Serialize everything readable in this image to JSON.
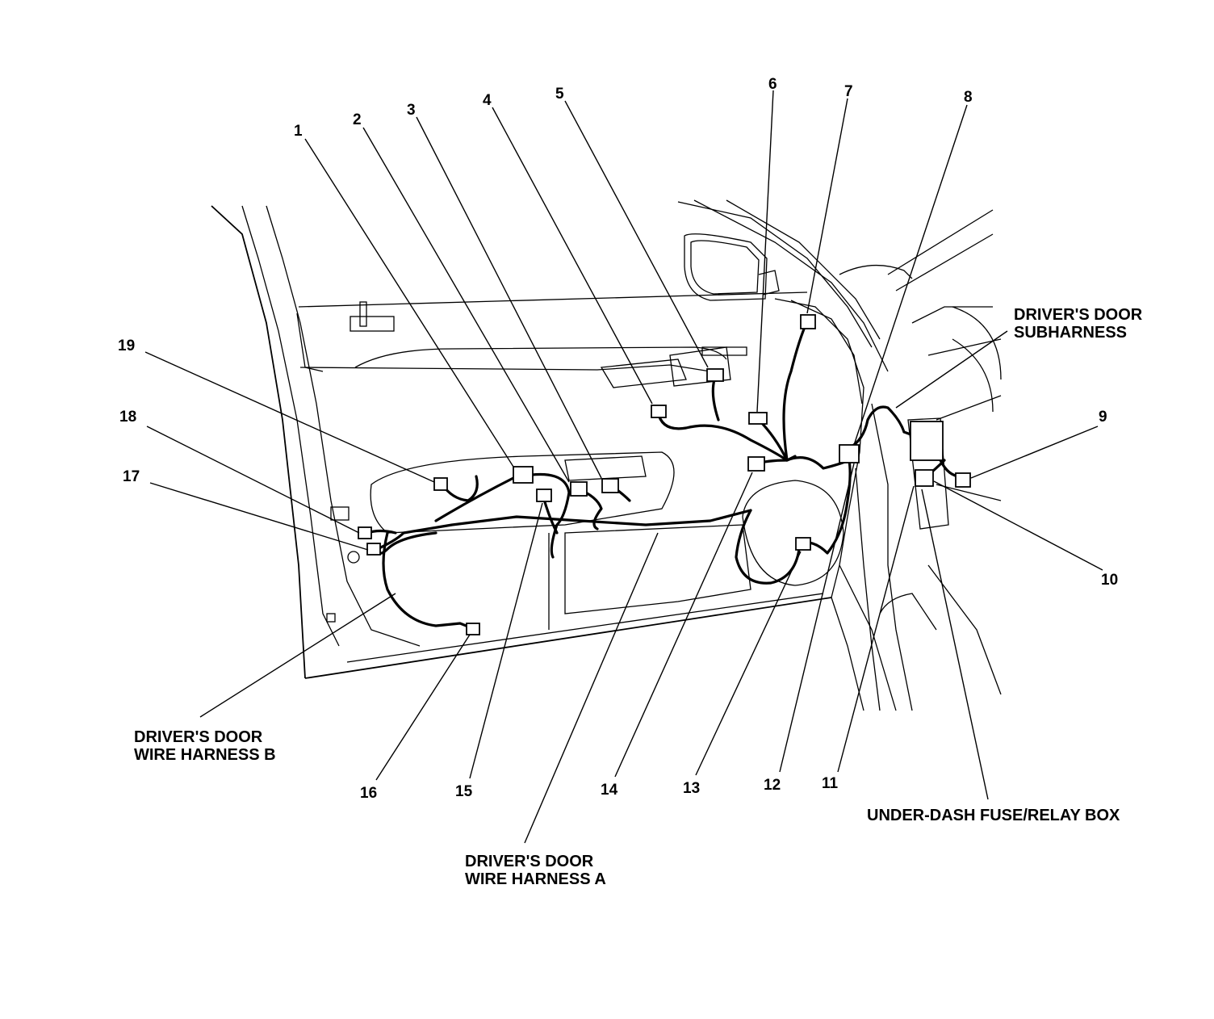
{
  "callouts": [
    "1",
    "2",
    "3",
    "4",
    "5",
    "6",
    "7",
    "8",
    "9",
    "10",
    "11",
    "12",
    "13",
    "14",
    "15",
    "16",
    "17",
    "18",
    "19"
  ],
  "labels": {
    "subharness_line1": "DRIVER'S DOOR",
    "subharness_line2": "SUBHARNESS",
    "harness_b_line1": "DRIVER'S DOOR",
    "harness_b_line2": "WIRE HARNESS B",
    "harness_a_line1": "DRIVER'S DOOR",
    "harness_a_line2": "WIRE HARNESS A",
    "fuse_box": "UNDER-DASH FUSE/RELAY BOX"
  },
  "colors": {
    "ink": "#000000",
    "paper": "#ffffff"
  }
}
